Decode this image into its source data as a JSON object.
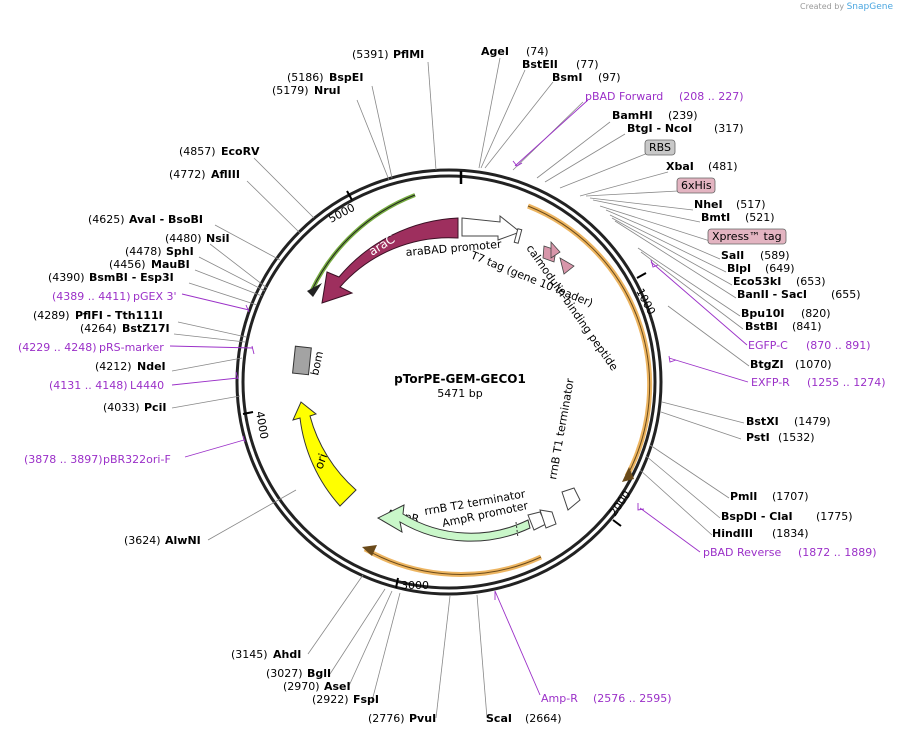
{
  "branding": {
    "created_by": "Created by",
    "app": "SnapGene"
  },
  "plasmid": {
    "name": "pTorPE-GEM-GECO1",
    "length": "5471 bp"
  },
  "ticks": [
    "1000",
    "2000",
    "3000",
    "4000",
    "5000"
  ],
  "enzymes_top": [
    {
      "name": "AgeI",
      "pos": "(74)"
    },
    {
      "name": "BstEII",
      "pos": "(77)"
    },
    {
      "name": "BsmI",
      "pos": "(97)"
    },
    {
      "name": "BamHI",
      "pos": "(239)"
    },
    {
      "name": "BtgI - NcoI",
      "pos": "(317)"
    },
    {
      "name": "XbaI",
      "pos": "(481)"
    },
    {
      "name": "NheI",
      "pos": "(517)"
    },
    {
      "name": "BmtI",
      "pos": "(521)"
    },
    {
      "name": "SalI",
      "pos": "(589)"
    },
    {
      "name": "BlpI",
      "pos": "(649)"
    },
    {
      "name": "Eco53kI",
      "pos": "(653)"
    },
    {
      "name": "BanII - SacI",
      "pos": "(655)"
    },
    {
      "name": "Bpu10I",
      "pos": "(820)"
    },
    {
      "name": "BstBI",
      "pos": "(841)"
    },
    {
      "name": "BtgZI",
      "pos": "(1070)"
    },
    {
      "name": "BstXI",
      "pos": "(1479)"
    },
    {
      "name": "PstI",
      "pos": "(1532)"
    },
    {
      "name": "PmlI",
      "pos": "(1707)"
    },
    {
      "name": "BspDI - ClaI",
      "pos": "(1775)"
    },
    {
      "name": "HindIII",
      "pos": "(1834)"
    }
  ],
  "enzymes_left": [
    {
      "name": "PflMI",
      "pos": "(5391)"
    },
    {
      "name": "BspEI",
      "pos": "(5186)"
    },
    {
      "name": "NruI",
      "pos": "(5179)"
    },
    {
      "name": "EcoRV",
      "pos": "(4857)"
    },
    {
      "name": "AflIII",
      "pos": "(4772)"
    },
    {
      "name": "AvaI - BsoBI",
      "pos": "(4625)"
    },
    {
      "name": "NsiI",
      "pos": "(4480)"
    },
    {
      "name": "SphI",
      "pos": "(4478)"
    },
    {
      "name": "MauBI",
      "pos": "(4456)"
    },
    {
      "name": "BsmBI - Esp3I",
      "pos": "(4390)"
    },
    {
      "name": "PflFI - Tth111I",
      "pos": "(4289)"
    },
    {
      "name": "BstZ17I",
      "pos": "(4264)"
    },
    {
      "name": "NdeI",
      "pos": "(4212)"
    },
    {
      "name": "PciI",
      "pos": "(4033)"
    },
    {
      "name": "AlwNI",
      "pos": "(3624)"
    },
    {
      "name": "AhdI",
      "pos": "(3145)"
    },
    {
      "name": "BglI",
      "pos": "(3027)"
    },
    {
      "name": "AseI",
      "pos": "(2970)"
    },
    {
      "name": "FspI",
      "pos": "(2922)"
    },
    {
      "name": "PvuI",
      "pos": "(2776)"
    },
    {
      "name": "ScaI",
      "pos": "(2664)"
    }
  ],
  "primers": [
    {
      "name": "pBAD Forward",
      "range": "(208 .. 227)"
    },
    {
      "name": "EGFP-C",
      "range": "(870 .. 891)"
    },
    {
      "name": "EXFP-R",
      "range": "(1255 .. 1274)"
    },
    {
      "name": "pBAD Reverse",
      "range": "(1872 .. 1889)"
    },
    {
      "name": "Amp-R",
      "range": "(2576 .. 2595)"
    },
    {
      "name": "pBR322ori-F",
      "range": "(3878 .. 3897)"
    },
    {
      "name": "L4440",
      "range": "(4131 .. 4148)"
    },
    {
      "name": "pRS-marker",
      "range": "(4229 .. 4248)"
    },
    {
      "name": "pGEX 3'",
      "range": "(4389 .. 4411)"
    }
  ],
  "boxed_features": [
    "RBS",
    "6xHis",
    "Xpress™ tag"
  ],
  "features": {
    "araC": "araC",
    "araBAD": "araBAD promoter",
    "t7tag": "T7 tag (gene 10 leader)",
    "calmodulin": "calmodulin-binding peptide",
    "rrnbt1": "rrnB T1 terminator",
    "rrnbt2": "rrnB T2 terminator",
    "amppromoter": "AmpR promoter",
    "ampr": "AmpR",
    "ori": "ori",
    "bom": "bom"
  },
  "colors": {
    "araC": "#9e2f5e",
    "ampr": "#c9f7c9",
    "ori": "#ffff00",
    "primer": "#9b30c8",
    "feature_arc": "#e8a33a",
    "green_arc": "#5e9e1e"
  }
}
